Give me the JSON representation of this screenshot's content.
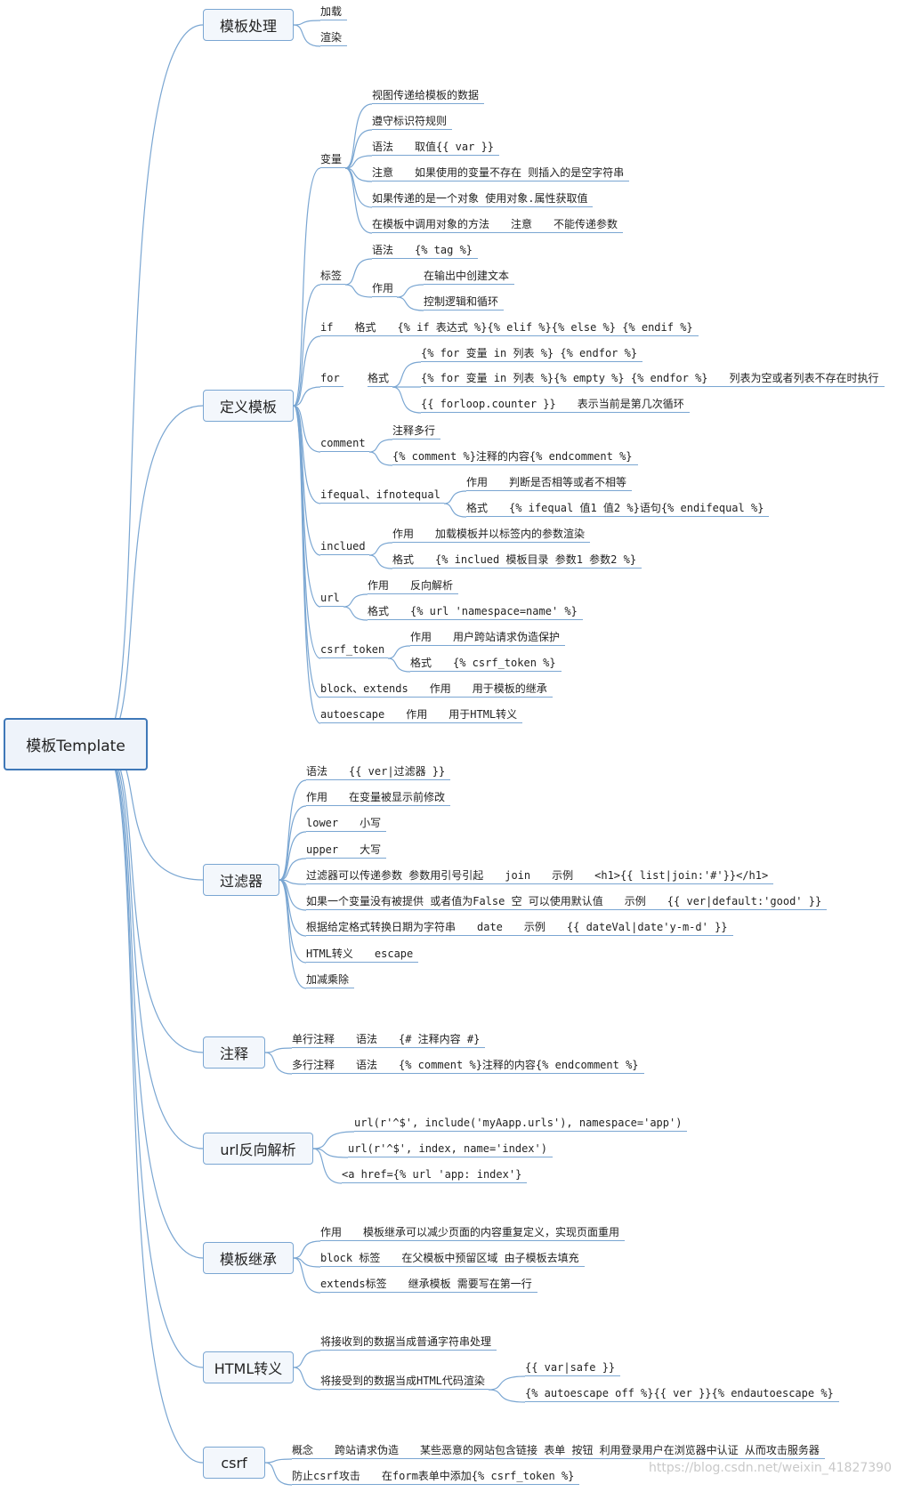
{
  "root": "模板Template",
  "branches": {
    "b1": "模板处理",
    "b2": "定义模板",
    "b3": "过滤器",
    "b4": "注释",
    "b5": "url反向解析",
    "b6": "模板继承",
    "b7": "HTML转义",
    "b8": "csrf"
  },
  "subs": {
    "var": "变量",
    "tag": "标签",
    "tag_zuoyong": "作用",
    "for": "for",
    "comment": "comment",
    "ifequal": "ifequal、ifnotequal",
    "inclued": "inclued",
    "url": "url",
    "csrf_token": "csrf_token",
    "html_render": "将接受到的数据当成HTML代码渲染"
  },
  "leaves": {
    "load": "加载",
    "render": "渲染",
    "var1": "视图传递给模板的数据",
    "var2": "遵守标识符规则",
    "var3": "语法　　取值{{ var }}",
    "var4": "注意　　如果使用的变量不存在 则插入的是空字符串",
    "var5": "如果传递的是一个对象 使用对象.属性获取值",
    "var6": "在模板中调用对象的方法　　注意　　不能传递参数",
    "tag1": "语法　　{% tag %}",
    "tag2": "在输出中创建文本",
    "tag3": "控制逻辑和循环",
    "if1": "if　　格式　　{% if 表达式 %}{% elif %}{% else %} {% endif %}",
    "for_geshi": "格式",
    "for1": "{% for 变量 in 列表 %} {% endfor %}",
    "for2": "{% for 变量 in 列表 %}{% empty %} {% endfor %}　　列表为空或者列表不存在时执行",
    "for3": "{{ forloop.counter }}　　表示当前是第几次循环",
    "cm1": "注释多行",
    "cm2": "{% comment %}注释的内容{% endcomment %}",
    "ifeq1": "作用　　判断是否相等或者不相等",
    "ifeq2": "格式　　{% ifequal 值1 值2 %}语句{% endifequal %}",
    "inc1": "作用　　加载模板并以标签内的参数渲染",
    "inc2": "格式　　{% inclued 模板目录 参数1 参数2 %}",
    "url1": "作用　　反向解析",
    "url2": "格式　　{% url 'namespace=name' %}",
    "csrf1": "作用　　用户跨站请求伪造保护",
    "csrf2": "格式　　{% csrf_token %}",
    "block": "block、extends　　作用　　用于模板的继承",
    "autoesc": "autoescape　　作用　　用于HTML转义",
    "f1": "语法　　{{ ver|过滤器 }}",
    "f2": "作用　　在变量被显示前修改",
    "f3": "lower　　小写",
    "f4": "upper　　大写",
    "f5": "过滤器可以传递参数 参数用引号引起　　join　　示例　　<h1>{{ list|join:'#'}}</h1>",
    "f6": "如果一个变量没有被提供 或者值为False 空 可以使用默认值　　示例　　{{ ver|default:'good' }}",
    "f7": "根据给定格式转换日期为字符串　　date　　示例　　{{ dateVal|date'y-m-d' }}",
    "f8": "HTML转义　　escape",
    "f9": "加减乘除",
    "c1": "单行注释　　语法　　{# 注释内容 #}",
    "c2": "多行注释　　语法　　{% comment %}注释的内容{% endcomment %}",
    "u1": "url(r'^$', include('myAapp.urls'), namespace='app')",
    "u2": "url(r'^$', index, name='index')",
    "u3": "<a href={% url 'app: index'}",
    "t1": "作用　　模板继承可以减少页面的内容重复定义，实现页面重用",
    "t2": "block 标签　　在父模板中预留区域 由子模板去填充",
    "t3": "extends标签　　继承模板 需要写在第一行",
    "h1": "将接收到的数据当成普通字符串处理",
    "h2": "{{ var|safe }}",
    "h3": "{% autoescape off %}{{ ver }}{% endautoescape %}",
    "cs1": "概念　　跨站请求伪造　　某些恶意的网站包含链接 表单 按钮 利用登录用户在浏览器中认证 从而攻击服务器",
    "cs2": "防止csrf攻击　　在form表单中添加{% csrf_token %}"
  },
  "watermark": "https://blog.csdn.net/weixin_41827390"
}
